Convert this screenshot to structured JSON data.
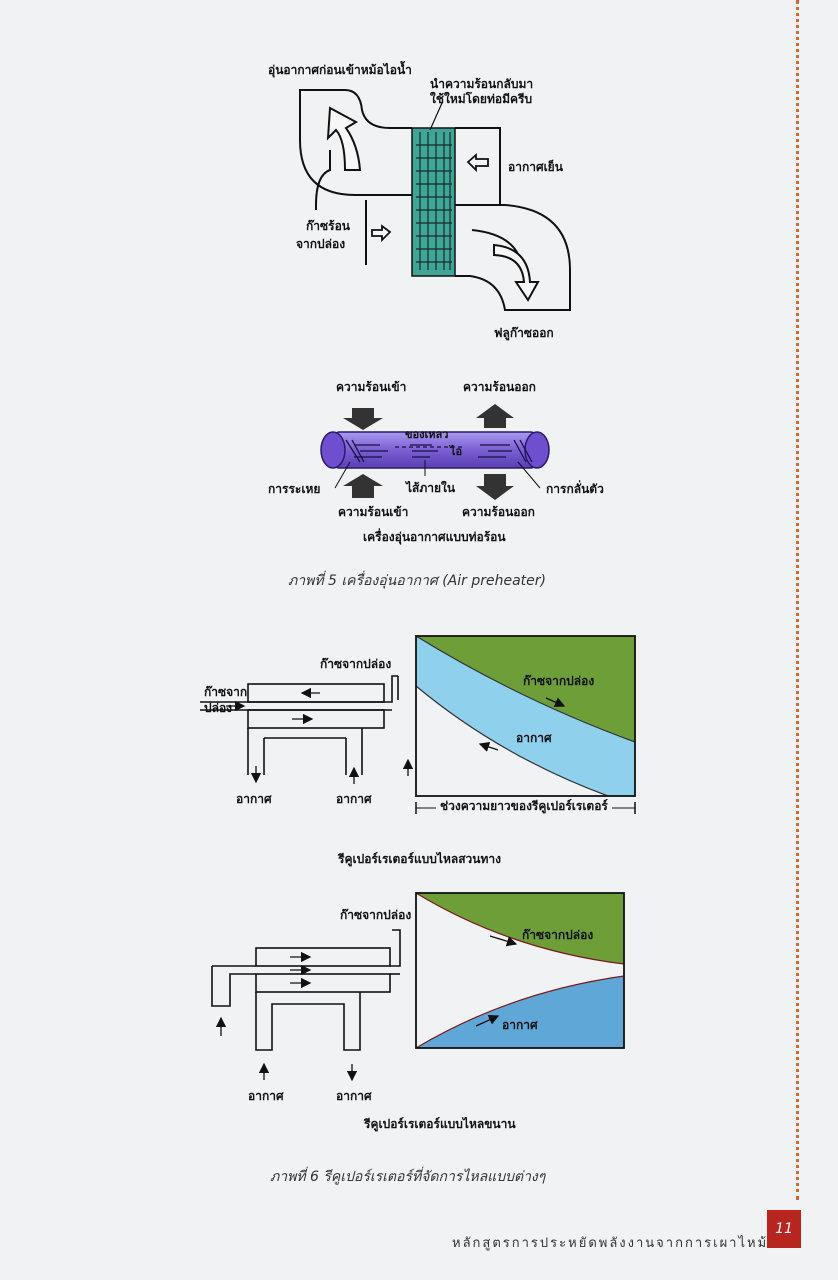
{
  "fig5": {
    "top": {
      "title": "อุ่นอากาศก่อนเข้าหม้อไอน้ำ",
      "heat_recovery": [
        "นำความร้อนกลับมา",
        "ใช้ใหม่โดยท่อมีครีบ"
      ],
      "cold_air": "อากาศเย็น",
      "hot_gas": [
        "ก๊าซร้อน",
        "จากปล่อง"
      ],
      "exhaust": "ฟลูก๊าซออก"
    },
    "pipe": {
      "heat_in_top": "ความร้อนเข้า",
      "heat_out_top": "ความร้อนออก",
      "liquid": "ของเหลว",
      "vapor": "ไอ",
      "evaporation": "การระเหย",
      "wick": "ไส้ภายใน",
      "condensation": "การกลั่นตัว",
      "heat_in_bottom": "ความร้อนเข้า",
      "heat_out_bottom": "ความร้อนออก",
      "subtitle": "เครื่องอุ่นอากาศแบบท่อร้อน"
    },
    "caption": "ภาพที่ 5 เครื่องอุ่นอากาศ (Air preheater)"
  },
  "fig6": {
    "counter": {
      "gas_label": "ก๊าซจากปล่อง",
      "gas_in": [
        "ก๊าซจาก",
        "ปล่อง"
      ],
      "air_left": "อากาศ",
      "air_right": "อากาศ",
      "graph_gas": "ก๊าซจากปล่อง",
      "graph_air": "อากาศ",
      "length": "ช่วงความยาวของรีคูเปอร์เรเตอร์",
      "title": "รีคูเปอร์เรเตอร์แบบไหลสวนทาง"
    },
    "parallel": {
      "gas_label": "ก๊าซจากปล่อง",
      "air_left": "อากาศ",
      "air_right": "อากาศ",
      "graph_gas": "ก๊าซจากปล่อง",
      "graph_air": "อากาศ",
      "title": "รีคูเปอร์เรเตอร์แบบไหลขนาน"
    },
    "caption": "ภาพที่ 6 รีคูเปอร์เรเตอร์ที่จัดการไหลแบบต่างๆ"
  },
  "footer": "หลักสูตรการประหยัดพลังงานจากการเผาไหม้",
  "page_number": "11",
  "colors": {
    "green": "#6d9e38",
    "blue": "#8fd0ec",
    "teal": "#3fa596",
    "purple": "#7a5fd2"
  }
}
